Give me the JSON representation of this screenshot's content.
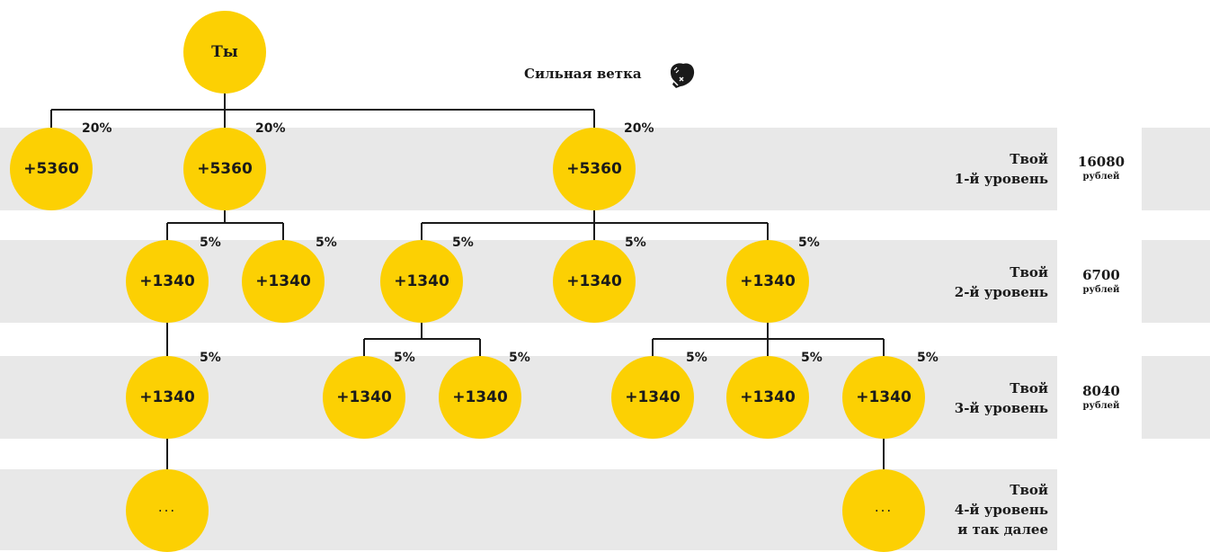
{
  "root_label": "Ты",
  "strong_branch_label": "Сильная ветка",
  "level1": {
    "value": "+5360",
    "percent": "20%"
  },
  "level2": {
    "value": "+1340",
    "percent": "5%"
  },
  "level3": {
    "value": "+1340",
    "percent": "5%"
  },
  "level4": {
    "value": "..."
  },
  "levels": [
    {
      "line1": "Твой",
      "line2": "1-й уровень",
      "line3": "",
      "sum": "16080",
      "unit": "рублей"
    },
    {
      "line1": "Твой",
      "line2": "2-й уровень",
      "line3": "",
      "sum": "6700",
      "unit": "рублей"
    },
    {
      "line1": "Твой",
      "line2": "3-й уровень",
      "line3": "",
      "sum": "8040",
      "unit": "рублей"
    },
    {
      "line1": "Твой",
      "line2": "4-й уровень",
      "line3": "и так далее",
      "sum": "",
      "unit": ""
    }
  ],
  "colors": {
    "node": "#fcd003",
    "band": "#e8e8e8",
    "line": "#1a1a1a"
  },
  "icons": {
    "strong_branch": "boxing-glove-icon"
  }
}
